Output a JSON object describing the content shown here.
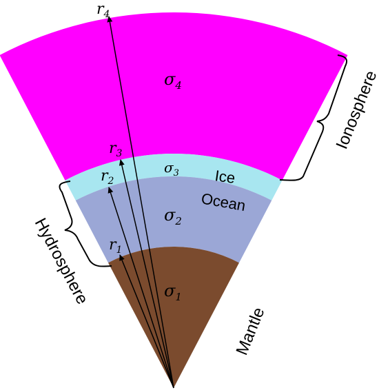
{
  "layers": [
    {
      "name": "mantle",
      "color": "#7B4B2E",
      "symbol": "σ",
      "index": "1"
    },
    {
      "name": "ocean",
      "color": "#9BA7D6",
      "symbol": "σ",
      "index": "2"
    },
    {
      "name": "ice",
      "color": "#A8E6F0",
      "symbol": "σ",
      "index": "3"
    },
    {
      "name": "ionosphere",
      "color": "#FF00FF",
      "symbol": "σ",
      "index": "4"
    }
  ],
  "radii": [
    {
      "symbol": "r",
      "index": "1"
    },
    {
      "symbol": "r",
      "index": "2"
    },
    {
      "symbol": "r",
      "index": "3"
    },
    {
      "symbol": "r",
      "index": "4"
    }
  ],
  "labels": {
    "ice": "Ice",
    "ocean": "Ocean",
    "mantle": "Mantle",
    "hydrosphere": "Hydrosphere",
    "ionosphere": "Ionosphere"
  }
}
